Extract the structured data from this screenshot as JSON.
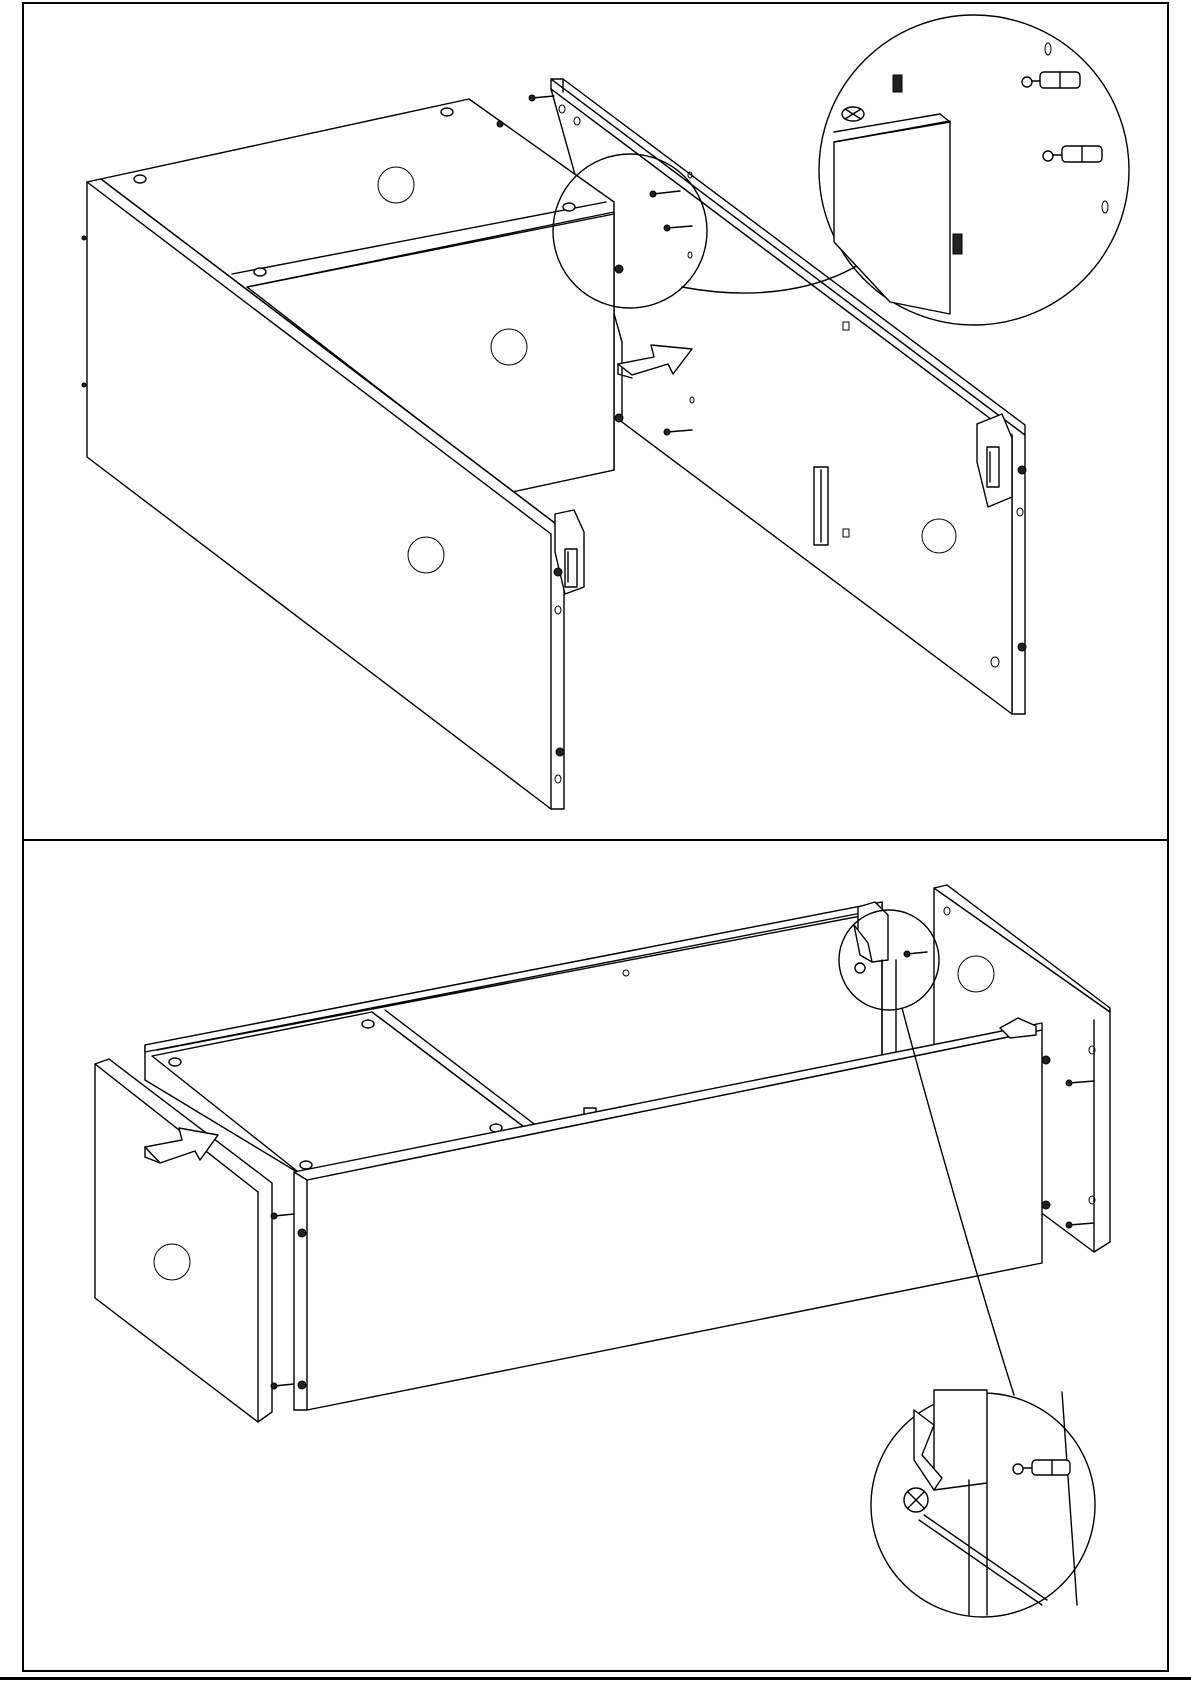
{
  "document": {
    "type": "assembly-instruction-sheet",
    "panels": [
      {
        "step": "attach-side-panel",
        "arrow": "push-direction",
        "detail": "cam-dowel-insertion-zoom"
      },
      {
        "step": "attach-end-panel",
        "arrow": "push-direction",
        "detail": "cam-lock-tighten-zoom"
      }
    ],
    "parts": [
      "cam-dowel",
      "cam-lock",
      "wooden-dowel",
      "shelf-panel",
      "side-panel",
      "hinge-bracket"
    ],
    "colors": {
      "line": "#000000",
      "background": "#ffffff"
    }
  }
}
